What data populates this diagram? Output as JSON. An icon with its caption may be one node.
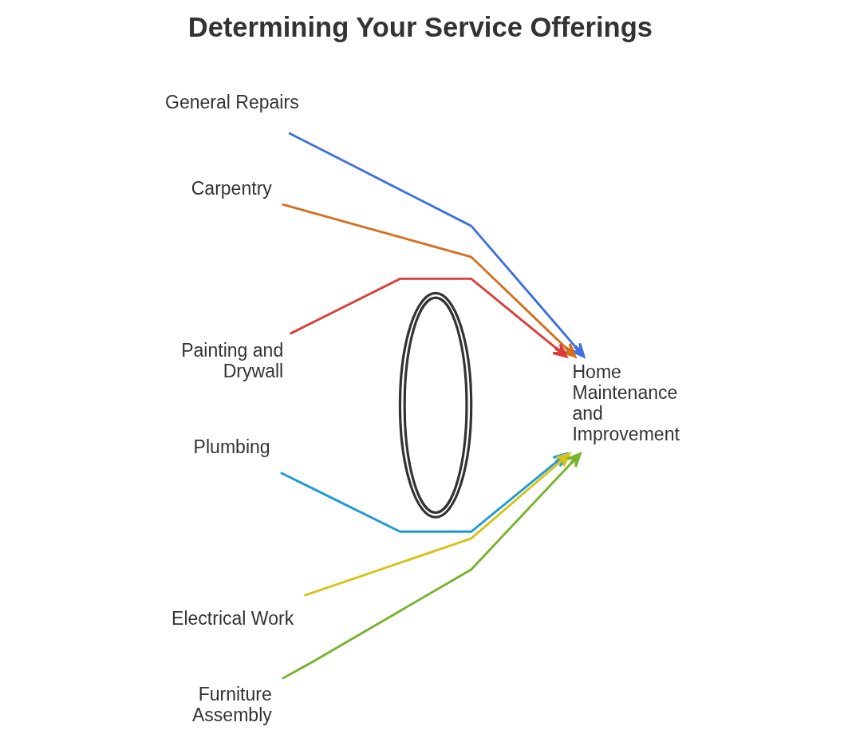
{
  "diagram": {
    "title": "Determining Your Service Offerings",
    "nodes": [
      {
        "text": [
          "General Repairs"
        ]
      },
      {
        "text": [
          "Carpentry"
        ]
      },
      {
        "text": [
          "Painting and Drywall"
        ]
      },
      {
        "text": [
          "Plumbing"
        ]
      },
      {
        "text": [
          "Electrical Work"
        ]
      },
      {
        "text": [
          "Furniture Assembly"
        ]
      },
      {
        "text": [],
        "shape": "lens"
      },
      {
        "text": [
          "Home Maintenance and Improvement"
        ]
      }
    ],
    "edges": [
      {
        "from": 0,
        "to": 7,
        "arrow": "to",
        "color": "#3f6fe0"
      },
      {
        "from": 1,
        "to": 7,
        "arrow": "to",
        "color": "#d4701f"
      },
      {
        "from": 2,
        "to": 7,
        "arrow": "to",
        "color": "#dd3b3b"
      },
      {
        "from": 3,
        "to": 7,
        "arrow": "to",
        "color": "#1f9ad6"
      },
      {
        "from": 4,
        "to": 7,
        "arrow": "to",
        "color": "#d6c41a"
      },
      {
        "from": 5,
        "to": 7,
        "arrow": "to",
        "color": "#7ab32e"
      }
    ]
  }
}
